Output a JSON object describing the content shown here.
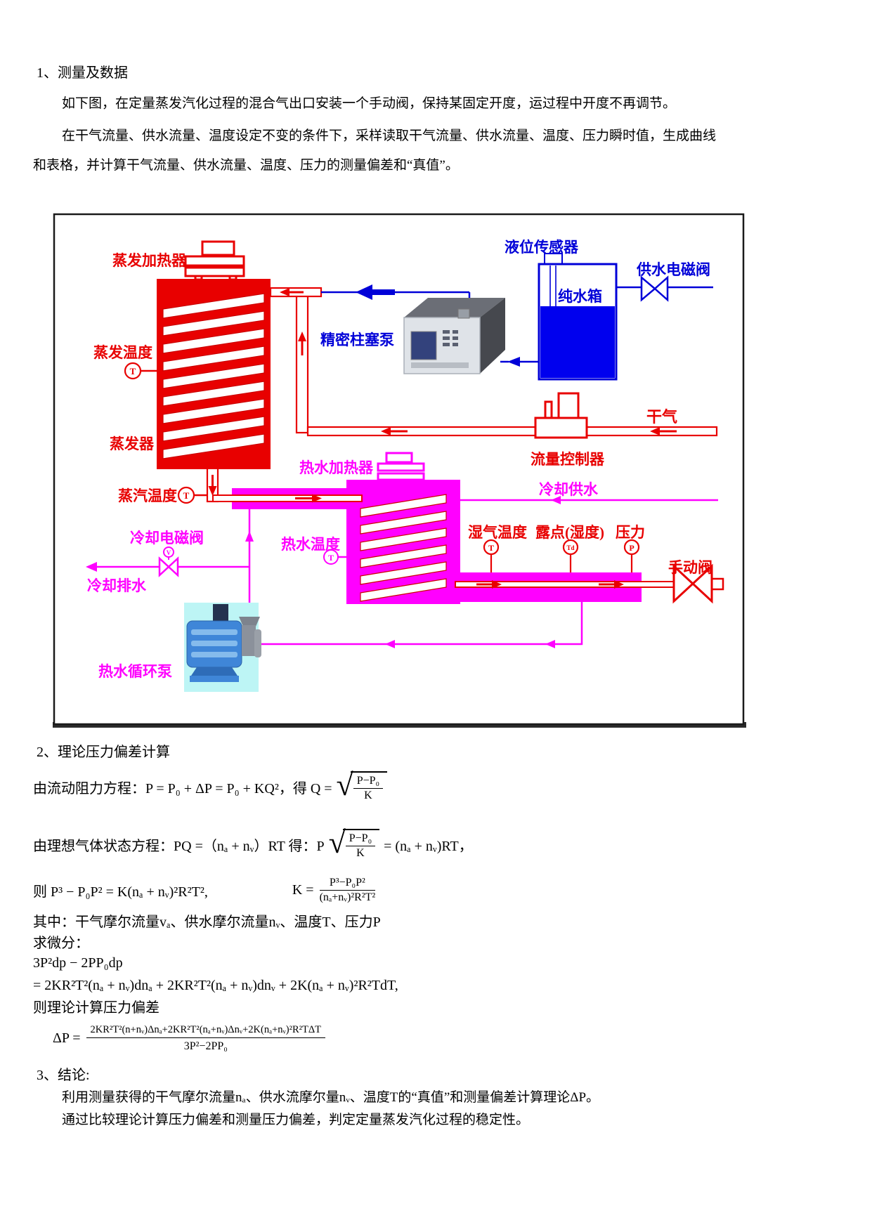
{
  "section1": {
    "heading": "1、测量及数据",
    "para1": "如下图，在定量蒸发汽化过程的混合气出口安装一个手动阀，保持某固定开度，运过程中开度不再调节。",
    "para2_line1": "在干气流量、供水流量、温度设定不变的条件下，采样读取干气流量、供水流量、温度、压力瞬时值，生成曲线",
    "para2_line2": "和表格，并计算干气流量、供水流量、温度、压力的测量偏差和“真值”。"
  },
  "diagram": {
    "labels": {
      "evap_heater": "蒸发加热器",
      "evap_temp": "蒸发温度",
      "evaporator": "蒸发器",
      "steam_temp": "蒸汽温度",
      "precision_pump": "精密柱塞泵",
      "level_sensor": "液位传感器",
      "pure_water_tank": "纯水箱",
      "supply_solenoid_valve": "供水电磁阀",
      "dry_gas": "干气",
      "flow_controller": "流量控制器",
      "hot_water_heater": "热水加热器",
      "cooling_supply": "冷却供水",
      "cooling_solenoid_valve": "冷却电磁阀",
      "cooling_drain": "冷却排水",
      "hot_water_temp": "热水温度",
      "hot_water_pump": "热水循环泵",
      "wet_gas_temp": "湿气温度",
      "dew_point": "露点(湿度)",
      "pressure": "压力",
      "manual_valve": "手动阀"
    },
    "sensors": {
      "t": "T",
      "td": "Td",
      "p": "P",
      "v": "V"
    },
    "colors": {
      "red": "#e80000",
      "magenta": "#ff00ff",
      "blue": "#0000d8",
      "water_fill": "#0000ee",
      "pump_bg": "#bdf5f5"
    }
  },
  "section2": {
    "heading": "2、理论压力偏差计算",
    "f1_prefix": "由流动阻力方程：P = P₀ + ΔP = P₀ + KQ²，得 Q =",
    "f1_num": "P−P₀",
    "f1_den": "K",
    "f2_prefix": "由理想气体状态方程：PQ =（nₐ + nᵥ）RT 得：P",
    "f2_num": "P−P₀",
    "f2_den": "K",
    "f2_suffix": "= (nₐ + nᵥ)RT，",
    "f3_left": "则 P³ − P₀P² = K(nₐ + nᵥ)²R²T²,",
    "f3_mid": "K =",
    "f3_num": "P³−P₀P²",
    "f3_den": "(nₐ+nᵥ)²R²T²",
    "f4": "其中：干气摩尔流量vₐ、供水摩尔流量nᵥ、温度T、压力P",
    "f5": "求微分：",
    "f6": "3P²dp − 2PP₀dp",
    "f7": "= 2KR²T²(nₐ + nᵥ)dnₐ + 2KR²T²(nₐ + nᵥ)dnᵥ + 2K(nₐ + nᵥ)²R²TdT,",
    "f8": "则理论计算压力偏差",
    "f9_prefix": "ΔP =",
    "f9_num": "2KR²T²(n+nᵥ)Δnₐ+2KR²T²(nₐ+nᵥ)Δnᵥ+2K(nₐ+nᵥ)²R²TΔT",
    "f9_den": "3P²−2PP₀"
  },
  "section3": {
    "heading": "3、结论:",
    "line1": "利用测量获得的干气摩尔流量nₐ、供水流摩尔量nᵥ、温度T的“真值”和测量偏差计算理论ΔP。",
    "line2": "通过比较理论计算压力偏差和测量压力偏差，判定定量蒸发汽化过程的稳定性。"
  }
}
